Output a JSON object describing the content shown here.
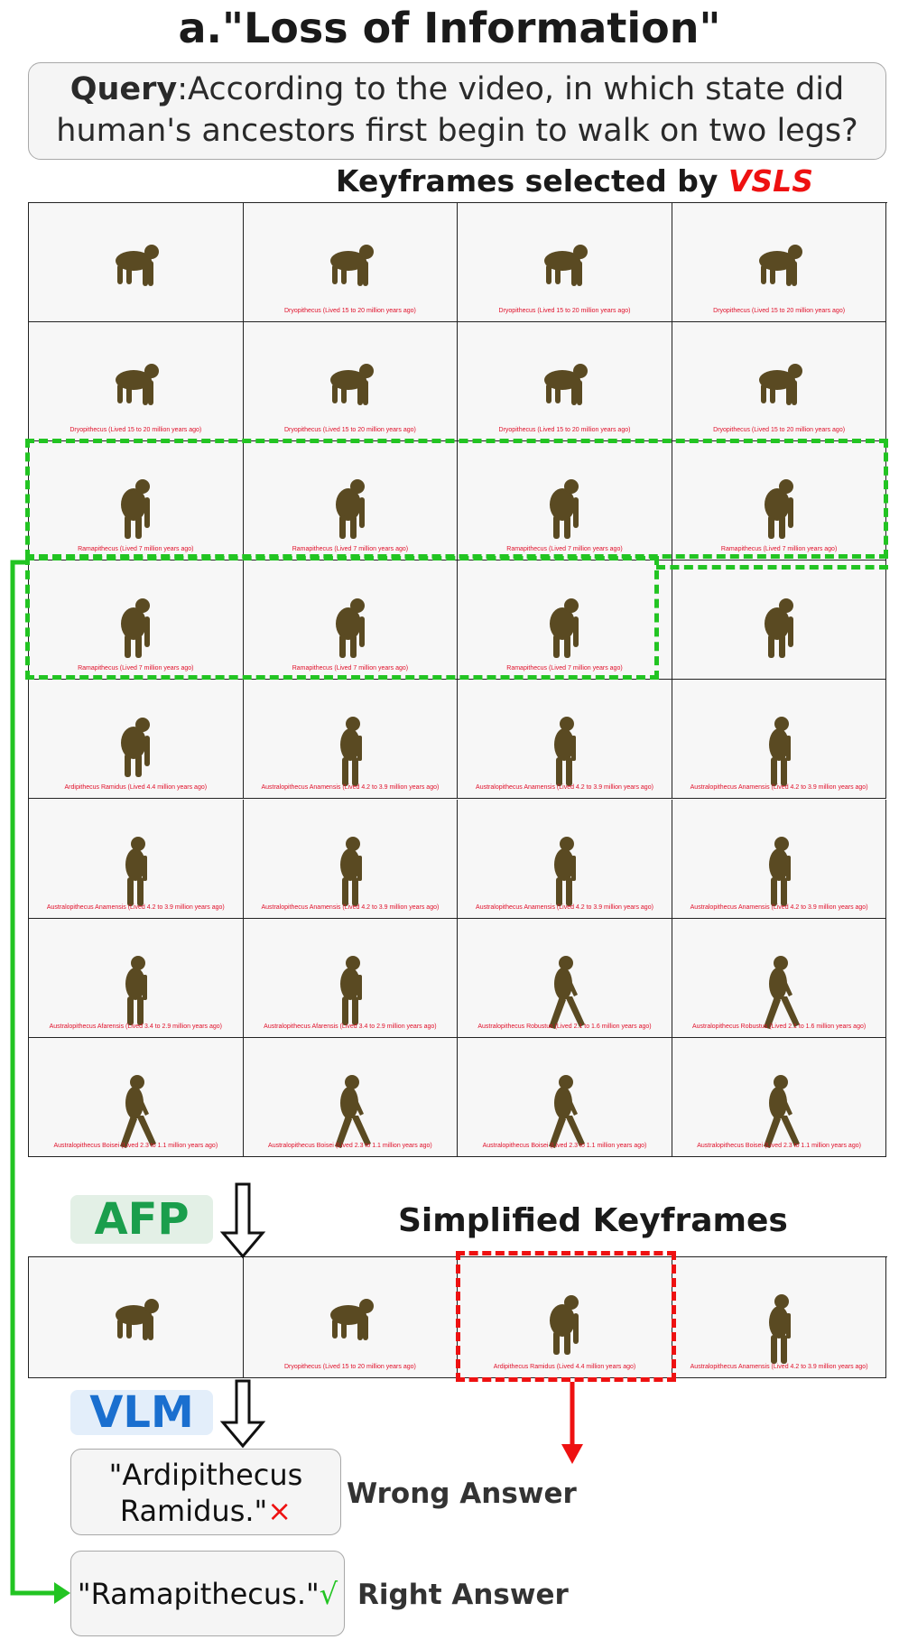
{
  "title": "a.\"Loss of Information\"",
  "query": {
    "label": "Query",
    "text": ":According to the video, in which state did human's ancestors first begin to walk on two legs?"
  },
  "keyframes_heading": {
    "prefix": "Keyframes selected by ",
    "method": "VSLS"
  },
  "keyframes": [
    {
      "caption": "",
      "pose": "quad"
    },
    {
      "caption": "Dryopithecus (Lived 15 to 20 million years ago)",
      "pose": "quad"
    },
    {
      "caption": "Dryopithecus (Lived 15 to 20 million years ago)",
      "pose": "quad"
    },
    {
      "caption": "Dryopithecus (Lived 15 to 20 million years ago)",
      "pose": "quad"
    },
    {
      "caption": "Dryopithecus (Lived 15 to 20 million years ago)",
      "pose": "quad"
    },
    {
      "caption": "Dryopithecus (Lived 15 to 20 million years ago)",
      "pose": "quad"
    },
    {
      "caption": "Dryopithecus (Lived 15 to 20 million years ago)",
      "pose": "quad"
    },
    {
      "caption": "Dryopithecus (Lived 15 to 20 million years ago)",
      "pose": "quad"
    },
    {
      "caption": "Ramapithecus (Lived 7 million years ago)",
      "pose": "semi"
    },
    {
      "caption": "Ramapithecus (Lived 7 million years ago)",
      "pose": "semi"
    },
    {
      "caption": "Ramapithecus (Lived 7 million years ago)",
      "pose": "semi"
    },
    {
      "caption": "Ramapithecus (Lived 7 million years ago)",
      "pose": "semi"
    },
    {
      "caption": "Ramapithecus (Lived 7 million years ago)",
      "pose": "semi"
    },
    {
      "caption": "Ramapithecus (Lived 7 million years ago)",
      "pose": "semi"
    },
    {
      "caption": "Ramapithecus (Lived 7 million years ago)",
      "pose": "semi"
    },
    {
      "caption": "",
      "pose": "semi"
    },
    {
      "caption": "Ardipithecus Ramidus (Lived 4.4 million years ago)",
      "pose": "semi"
    },
    {
      "caption": "Australopithecus Anamensis (Lived 4.2 to 3.9 million years ago)",
      "pose": "upright"
    },
    {
      "caption": "Australopithecus Anamensis (Lived 4.2 to 3.9 million years ago)",
      "pose": "upright"
    },
    {
      "caption": "Australopithecus Anamensis (Lived 4.2 to 3.9 million years ago)",
      "pose": "upright"
    },
    {
      "caption": "Australopithecus Anamensis (Lived 4.2 to 3.9 million years ago)",
      "pose": "upright"
    },
    {
      "caption": "Australopithecus Anamensis (Lived 4.2 to 3.9 million years ago)",
      "pose": "upright"
    },
    {
      "caption": "Australopithecus Anamensis (Lived 4.2 to 3.9 million years ago)",
      "pose": "upright"
    },
    {
      "caption": "Australopithecus Anamensis (Lived 4.2 to 3.9 million years ago)",
      "pose": "upright"
    },
    {
      "caption": "Australopithecus Afarensis (Lived 3.4 to 2.9 million years ago)",
      "pose": "upright"
    },
    {
      "caption": "Australopithecus Afarensis (Lived 3.4 to 2.9 million years ago)",
      "pose": "upright"
    },
    {
      "caption": "Australopithecus Robustus (Lived 2.1 to 1.6 million years ago)",
      "pose": "walk"
    },
    {
      "caption": "Australopithecus Robustus (Lived 2.1 to 1.6 million years ago)",
      "pose": "walk"
    },
    {
      "caption": "Australopithecus Boisei (Lived 2.3 to 1.1 million years ago)",
      "pose": "walk"
    },
    {
      "caption": "Australopithecus Boisei (Lived 2.3 to 1.1 million years ago)",
      "pose": "walk"
    },
    {
      "caption": "Australopithecus Boisei (Lived 2.3 to 1.1 million years ago)",
      "pose": "walk"
    },
    {
      "caption": "Australopithecus Boisei (Lived 2.3 to 1.1 million years ago)",
      "pose": "walk"
    }
  ],
  "afp_label": "AFP",
  "simplified_heading": "Simplified Keyframes",
  "simplified": [
    {
      "caption": "",
      "pose": "quad"
    },
    {
      "caption": "Dryopithecus (Lived 15 to 20 million years ago)",
      "pose": "quad"
    },
    {
      "caption": "Ardipithecus Ramidus (Lived 4.4 million years ago)",
      "pose": "semi"
    },
    {
      "caption": "Australopithecus Anamensis (Lived 4.2 to 3.9 million years ago)",
      "pose": "upright"
    }
  ],
  "vlm_label": "VLM",
  "wrong_answer": {
    "line1": "\"Ardipithecus",
    "line2": "Ramidus.\"",
    "mark": "×",
    "label": "Wrong Answer"
  },
  "right_answer": {
    "text": "\"Ramapithecus.\"",
    "mark": "√",
    "label": "Right Answer"
  },
  "colors": {
    "vsls": "#ee1111",
    "afp": "#1a9e4c",
    "vlm": "#1a6fcf",
    "good": "#22c422",
    "bad": "#ee1111",
    "ape": "#5a4a22"
  }
}
